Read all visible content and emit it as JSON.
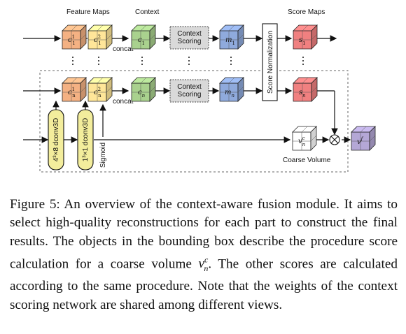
{
  "headers": {
    "feature_maps": "Feature Maps",
    "context": "Context",
    "score_maps": "Score Maps"
  },
  "labels": {
    "concat_top": "concat",
    "concat_bottom": "concat",
    "context_scoring_top": "Context\nScoring",
    "context_scoring_bottom": "Context\nScoring",
    "score_normalization": "Score Normalization",
    "conv_4x8": "4³×8 dconv3D",
    "conv_1x1": "1³×1 dconv3D",
    "sigmoid": "Sigmoid",
    "coarse_volume": "Coarse Volume"
  },
  "cubes": {
    "c1_1": "c",
    "c1_2": "c",
    "ctx_1": "c",
    "m_1": "m",
    "s_1": "s",
    "c2_1": "c",
    "c2_2": "c",
    "ctx_n": "c",
    "m_n": "m",
    "s_n": "s",
    "v_c": "v",
    "v_f": "v"
  },
  "colors": {
    "orange": "#f4b183",
    "yellow": "#ffe699",
    "green": "#a9d18e",
    "blue": "#8faadc",
    "red": "#f08080",
    "purple": "#b4a7d6",
    "gray_box": "#d9d9d9"
  },
  "caption": {
    "figure": "Figure 5:",
    "text1": " An overview of the context-aware fusion module. It aims to select high-quality reconstructions for each part to construct the final results. The objects in the bounding box describe the procedure score calculation for a coarse volume ",
    "var": "v",
    "var_sup": "c",
    "var_sub": "n",
    "text2": ". The other scores are calculated according to the same procedure. Note that the weights of the context scoring network are shared among different views."
  }
}
